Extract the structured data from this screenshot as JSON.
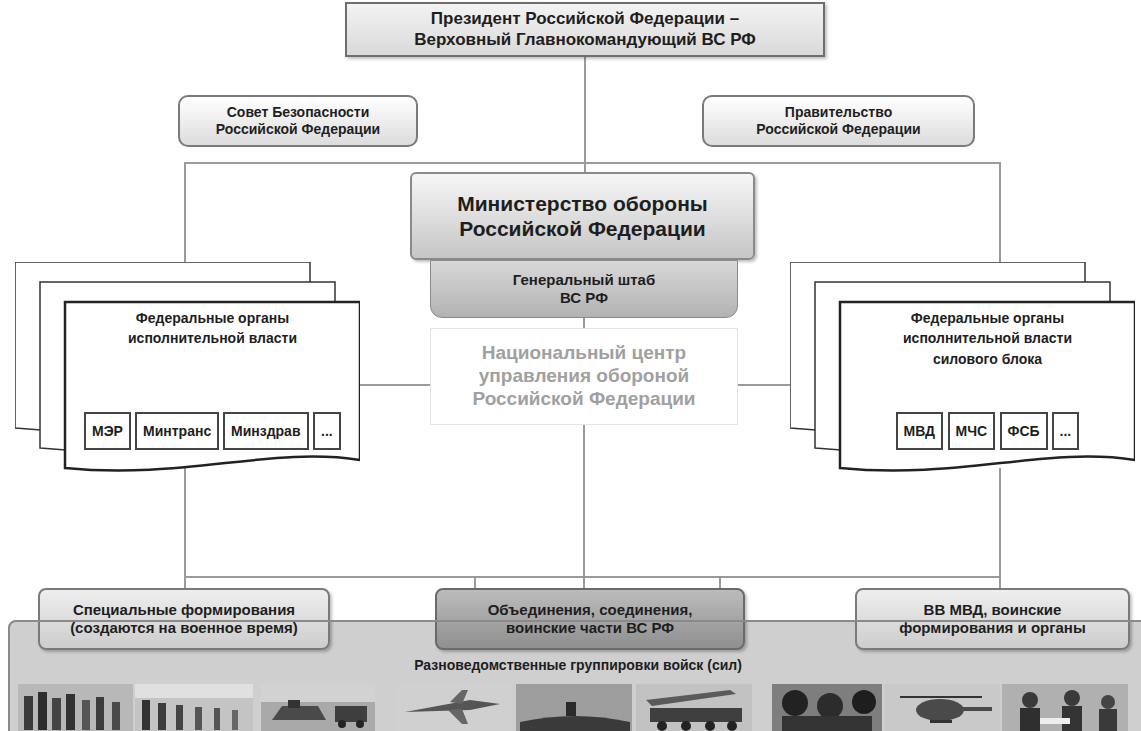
{
  "diagram": {
    "nodes": [
      {
        "text": [
          "Президент Российской Федерации – Верховный Главнокомандующий ВС РФ"
        ]
      },
      {
        "text": [
          "Совет Безопасности Российской Федерации"
        ]
      },
      {
        "text": [
          "Правительство Российской Федерации"
        ]
      },
      {
        "text": [
          "Министерство обороны Российской Федерации"
        ]
      },
      {
        "text": [
          "Генеральный штаб ВС РФ"
        ]
      },
      {
        "text": [
          "Федеральные органы исполнительной власти"
        ]
      },
      {
        "text": [
          "МЭР"
        ],
        "in": 5
      },
      {
        "text": [
          "Минтранс"
        ],
        "in": 5
      },
      {
        "text": [
          "Минздрав"
        ],
        "in": 5
      },
      {
        "text": [
          "..."
        ],
        "in": 5
      },
      {
        "text": [
          "Федеральные органы исполнительной власти силового блока"
        ]
      },
      {
        "text": [
          "МВД"
        ],
        "in": 10
      },
      {
        "text": [
          "МЧС"
        ],
        "in": 10
      },
      {
        "text": [
          "ФСБ"
        ],
        "in": 10
      },
      {
        "text": [
          "..."
        ],
        "in": 10
      },
      {
        "text": [
          "Национальный центр управления обороной Российской Федерации"
        ]
      },
      {
        "text": [
          "Специальные формирования (создаются на военное время)"
        ]
      },
      {
        "text": [
          "Объединения, соединения, воинские части ВС РФ"
        ]
      },
      {
        "text": [
          "ВВ МВД, воинские формирования и органы"
        ]
      },
      {
        "text": [
          "Разноведомственные группировки войск (сил)"
        ]
      }
    ],
    "edges": [
      {
        "from": 0,
        "to": 3,
        "arrow": "none"
      },
      {
        "from": 0,
        "to": 5,
        "arrow": "none"
      },
      {
        "from": 0,
        "to": 10,
        "arrow": "none"
      },
      {
        "from": 4,
        "to": 15,
        "arrow": "none"
      },
      {
        "from": 15,
        "to": 5,
        "arrow": "none"
      },
      {
        "from": 15,
        "to": 10,
        "arrow": "none"
      },
      {
        "from": 15,
        "to": 16,
        "arrow": "none"
      },
      {
        "from": 15,
        "to": 17,
        "arrow": "none"
      },
      {
        "from": 15,
        "to": 18,
        "arrow": "none"
      },
      {
        "from": 5,
        "to": 16,
        "arrow": "none"
      },
      {
        "from": 10,
        "to": 18,
        "arrow": "none"
      }
    ]
  }
}
